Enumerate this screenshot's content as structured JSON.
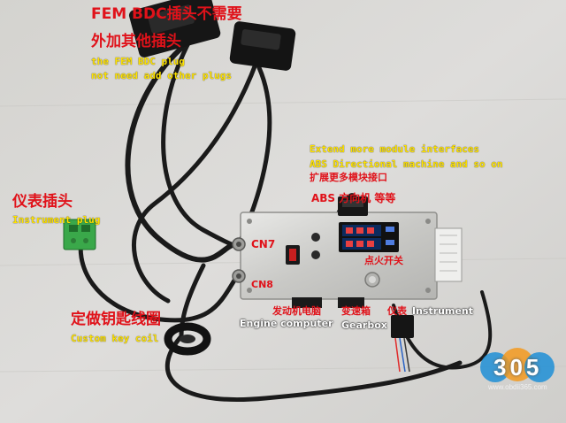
{
  "labels": {
    "fem_title": "FEM BDC插头不需要",
    "fem_sub_cn": "外加其他插头",
    "fem_en_1": "the FEM BDC plug",
    "fem_en_2": "not need add other plugs",
    "ext_en_1": "Extend more module interfaces",
    "ext_en_2": "ABS Directional machine and so on",
    "ext_cn": "扩展更多模块接口",
    "abs_cn": "ABS 方向机 等等",
    "instr_cn": "仪表插头",
    "instr_en": "Instrument plug",
    "cn7": "CN7",
    "cn8": "CN8",
    "switch_cn": "点火开关",
    "key_cn": "定做钥匙线圈",
    "key_en": "Custom key coil",
    "engine_cn": "发动机电脑",
    "engine_en": "Engine computer",
    "gearbox_cn": "变速箱",
    "gearbox_en": "Gearbox",
    "instrument_cn": "仪表",
    "instrument_en": "Instrument"
  },
  "watermark": {
    "digits": "305",
    "url": "www.obdii365.com"
  },
  "colors": {
    "background": "#d9d8d4",
    "label_red": "#e0121a",
    "label_yellow": "#ffe300",
    "connector_green": "#3aa84a",
    "cable_black": "#1a1a1a",
    "watermark_blue": "#1e8fd6",
    "watermark_orange": "#f39a1e"
  }
}
